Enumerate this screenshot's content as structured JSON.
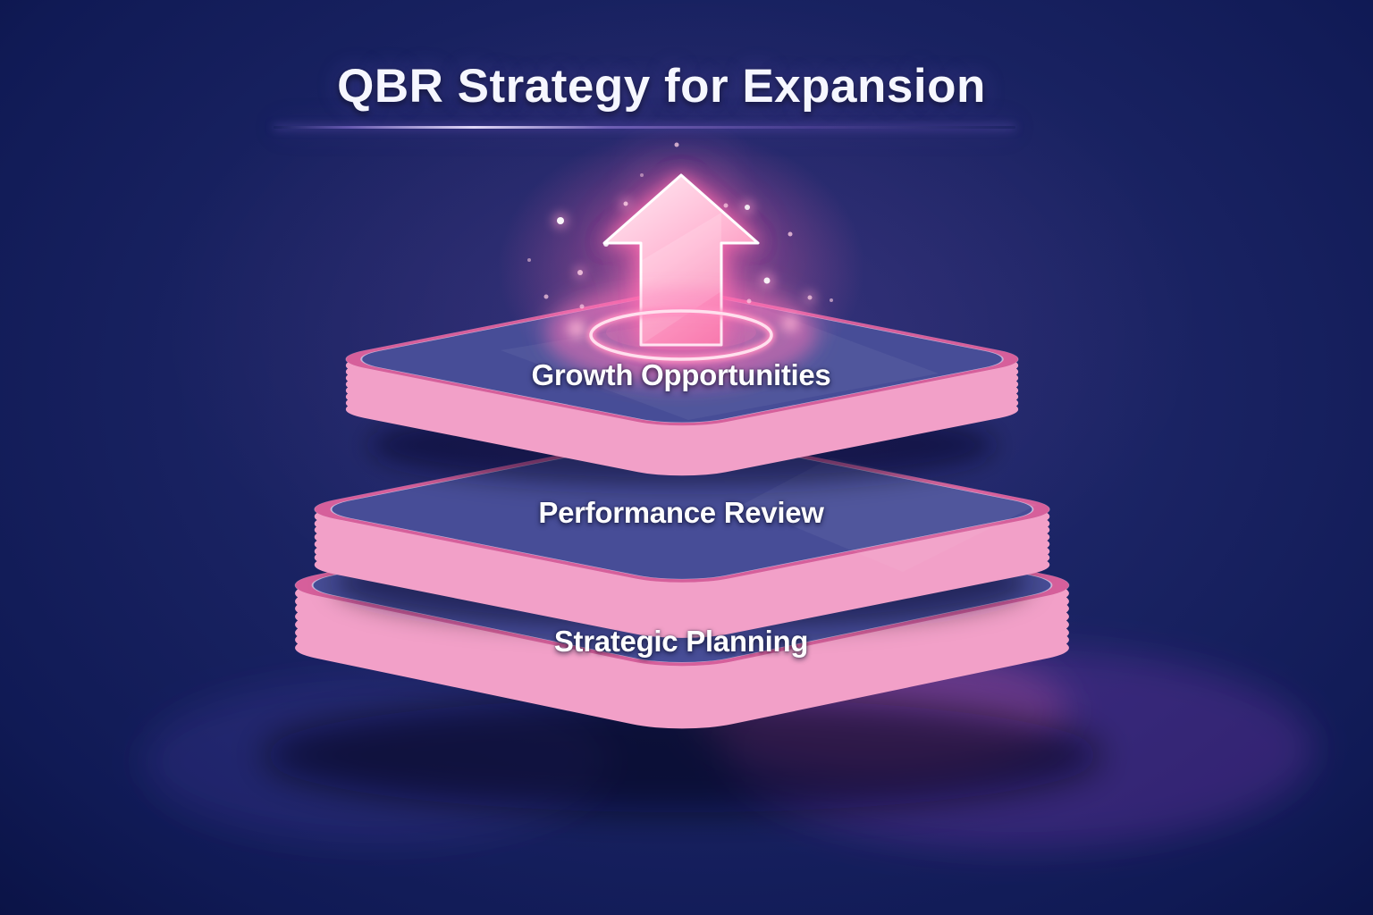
{
  "title": "QBR Strategy for Expansion",
  "layers": [
    {
      "id": "growth-opportunities",
      "label": "Growth Opportunities",
      "position": "top"
    },
    {
      "id": "performance-review",
      "label": "Performance Review",
      "position": "middle"
    },
    {
      "id": "strategic-planning",
      "label": "Strategic Planning",
      "position": "bottom"
    }
  ],
  "icons": [
    {
      "name": "up-arrow-icon",
      "meaning": "upward growth from top layer"
    },
    {
      "name": "glow-ring",
      "meaning": "glowing halo at arrow base"
    }
  ],
  "colors": {
    "background_dark": "#050827",
    "background_mid": "#1a2363",
    "background_light": "#252e78",
    "plate_rim_pink": "#ee84b6",
    "plate_side_pink": "#da609a",
    "plate_side_dark": "#ab3f76",
    "plate_face_navy": "#272e6e",
    "highlight_pink": "#ffc7e0",
    "glow_pink": "#ff6fae",
    "divider_purple": "#a58de0",
    "text_white": "#f6f7ff"
  }
}
